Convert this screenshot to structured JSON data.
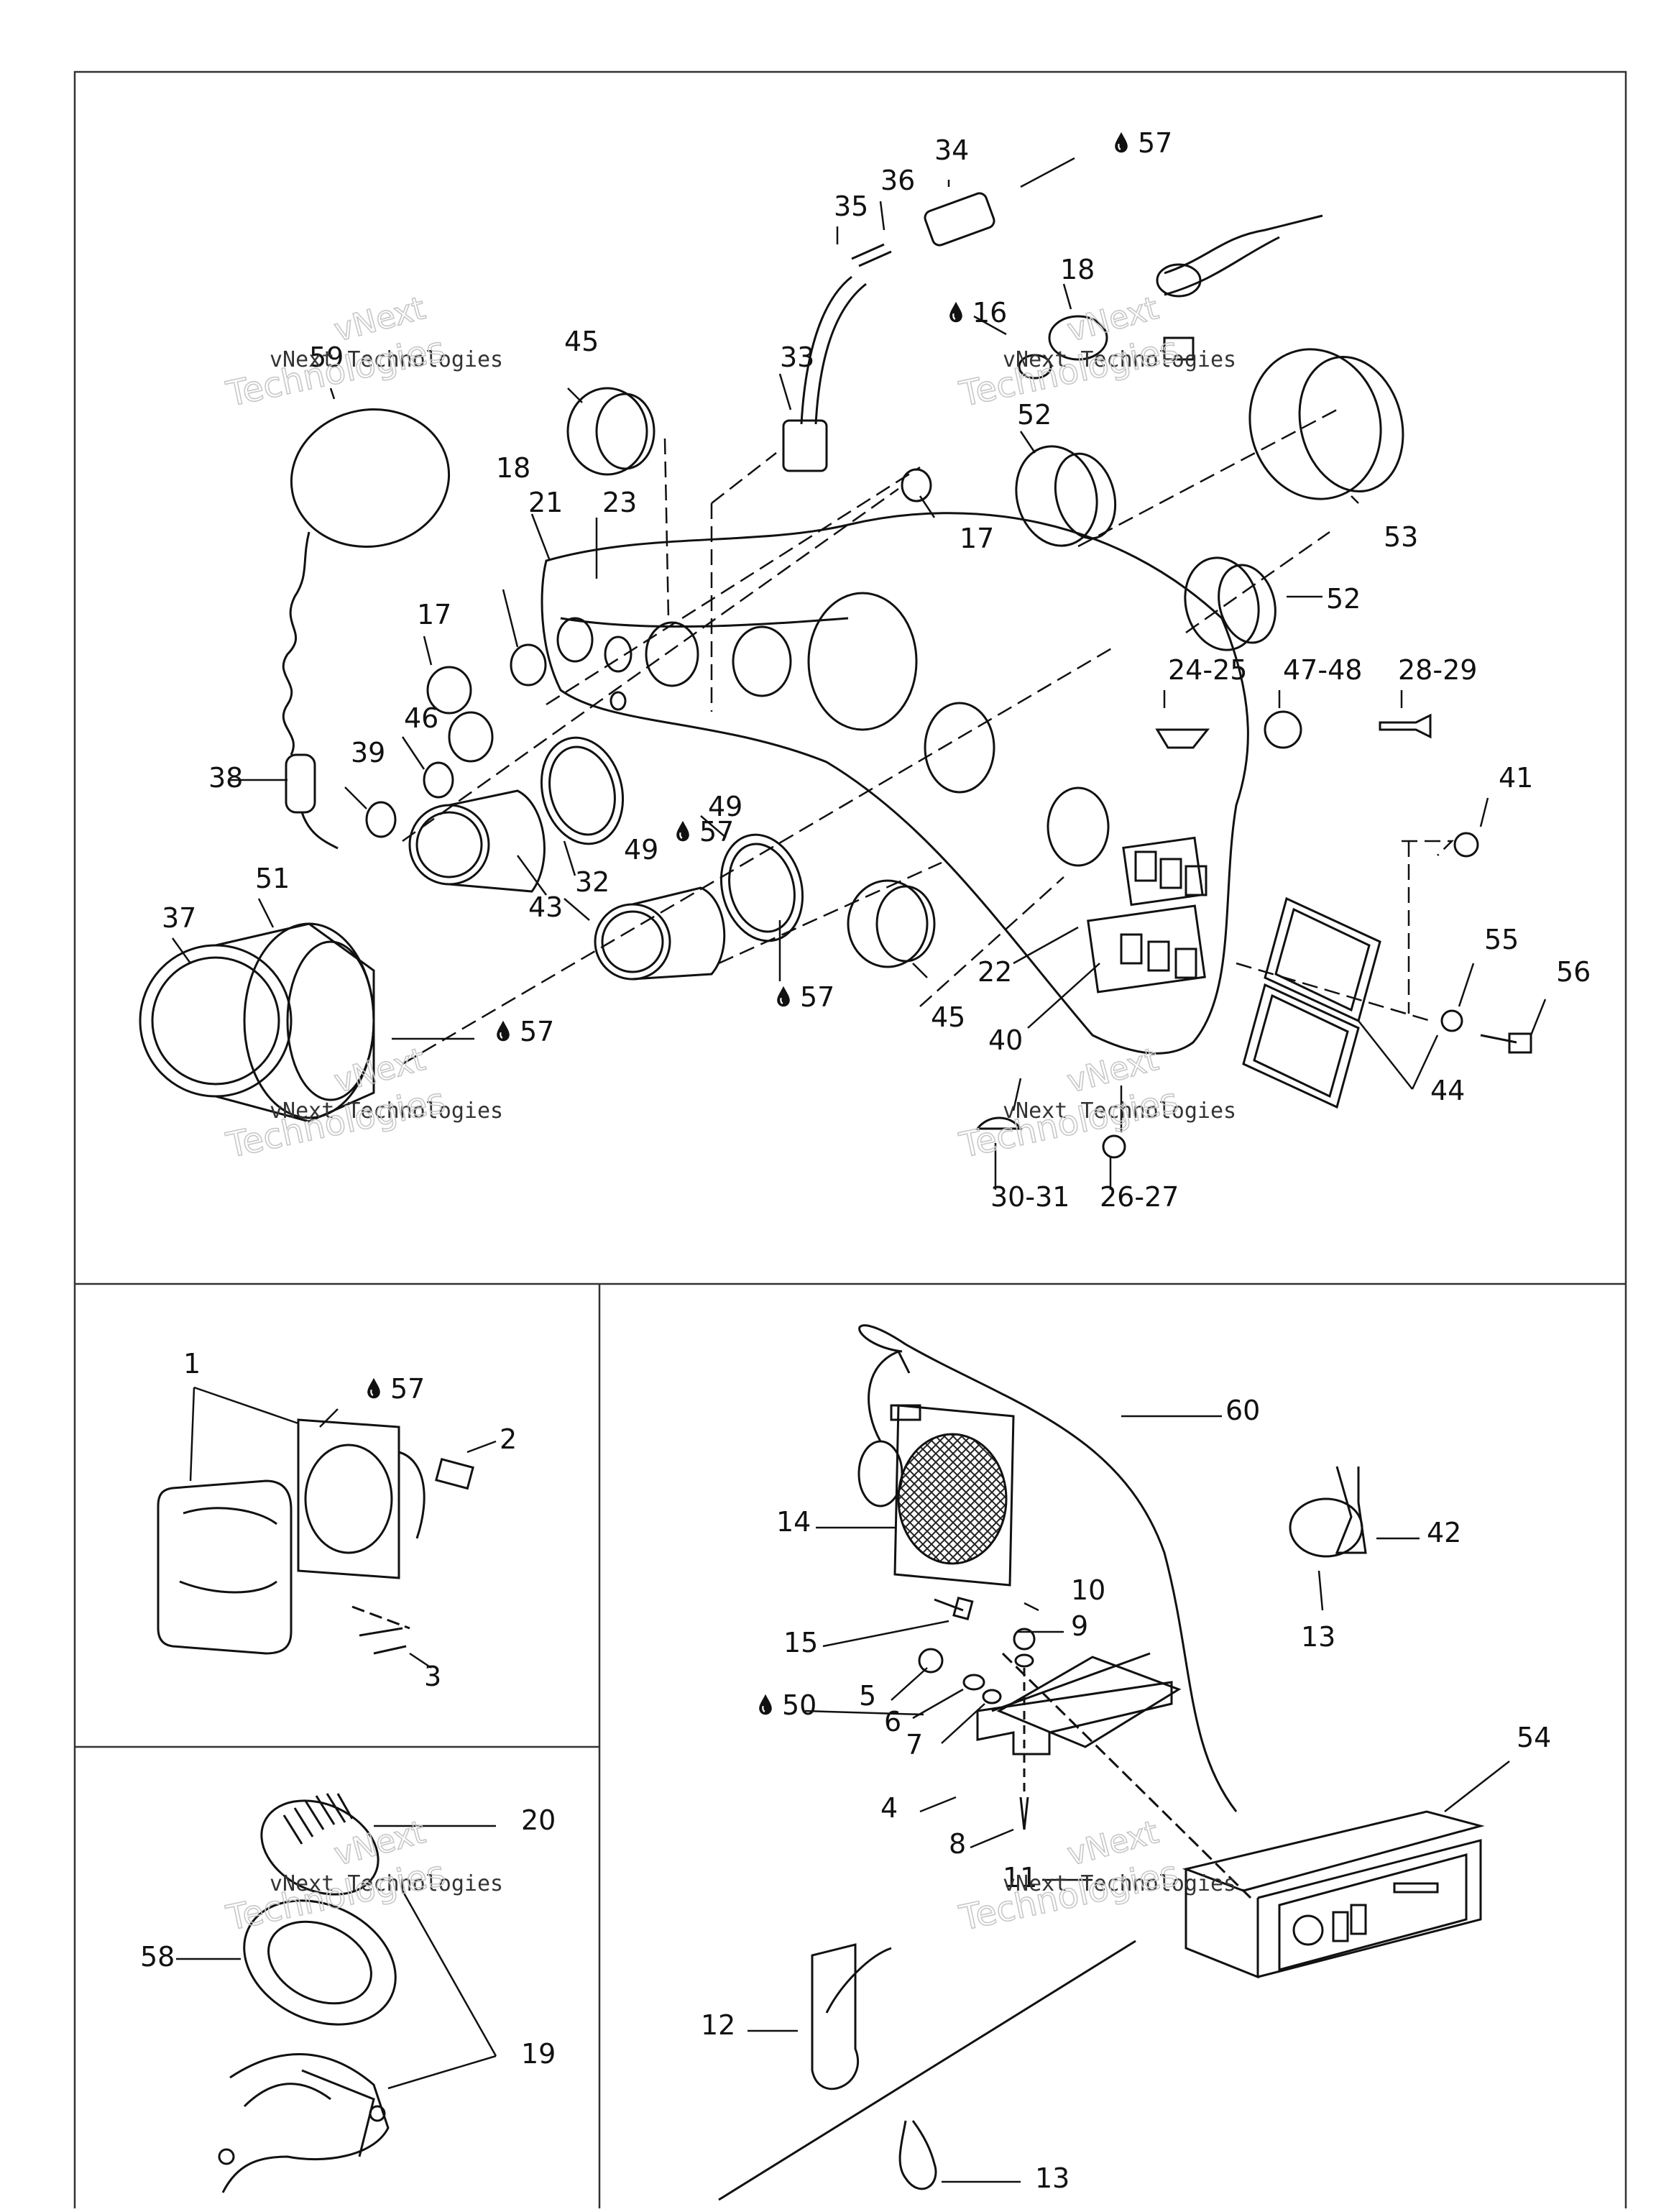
{
  "panels": {
    "top": {
      "callouts": [
        "57",
        "34",
        "36",
        "35",
        "18",
        "16",
        "45",
        "59",
        "33",
        "52",
        "53",
        "21",
        "23",
        "17",
        "18",
        "17",
        "52",
        "24-25",
        "47-48",
        "28-29",
        "41",
        "38",
        "39",
        "46",
        "43",
        "49",
        "57",
        "49",
        "51",
        "37",
        "32",
        "57",
        "45",
        "55",
        "56",
        "22",
        "40",
        "44",
        "57",
        "30-31",
        "26-27"
      ]
    },
    "bottom_left_upper": {
      "callouts": [
        "1",
        "57",
        "2",
        "3"
      ]
    },
    "bottom_left_lower": {
      "callouts": [
        "20",
        "58",
        "19"
      ]
    },
    "bottom_right": {
      "callouts": [
        "60",
        "14",
        "42",
        "13",
        "10",
        "9",
        "15",
        "5",
        "6",
        "50",
        "7",
        "54",
        "4",
        "8",
        "11",
        "12",
        "13"
      ]
    }
  },
  "watermark": {
    "line1": "vNext",
    "line2": "vNext Technologies",
    "line3": "Technologies"
  },
  "drop_icon": "oil-drop-icon"
}
